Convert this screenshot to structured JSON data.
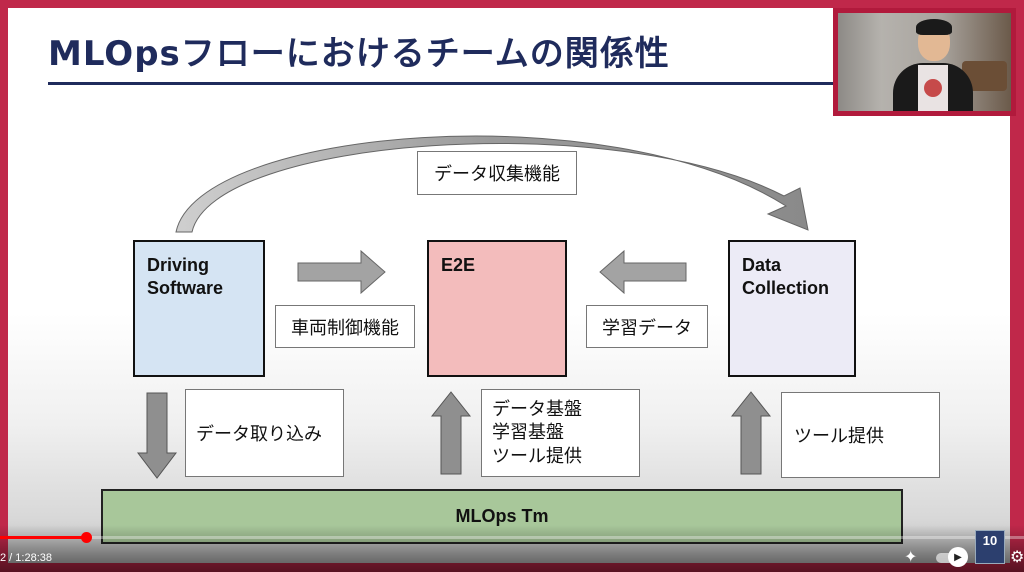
{
  "slide": {
    "title": "MLOpsフローにおけるチームの関係性",
    "boxes": {
      "driving": "Driving Software",
      "e2e": "E2E",
      "data_collection": "Data Collection"
    },
    "labels": {
      "data_collection_feature": "データ収集機能",
      "vehicle_control_feature": "車両制御機能",
      "training_data": "学習データ",
      "data_ingest": "データ取り込み",
      "platform_lines": [
        "データ基盤",
        "学習基盤",
        "ツール提供"
      ],
      "tools": "ツール提供"
    },
    "mlops_team": "MLOps Tm"
  },
  "player": {
    "time_text": "2 / 1:28:38",
    "progress_fraction": 0.084,
    "chapter_label": "10",
    "icons": {
      "sparkle": "sparkle-icon",
      "autoplay": "autoplay-toggle-icon",
      "settings": "gear-icon"
    }
  },
  "colors": {
    "frame": "#c0284a",
    "title": "#1f2b5c",
    "driving_fill": "#d5e4f3",
    "e2e_fill": "#f3bcbc",
    "data_fill": "#ecebf6",
    "mlops_fill": "#a8c79a",
    "arrow_fill": "#999999",
    "progress": "#ff0000"
  }
}
